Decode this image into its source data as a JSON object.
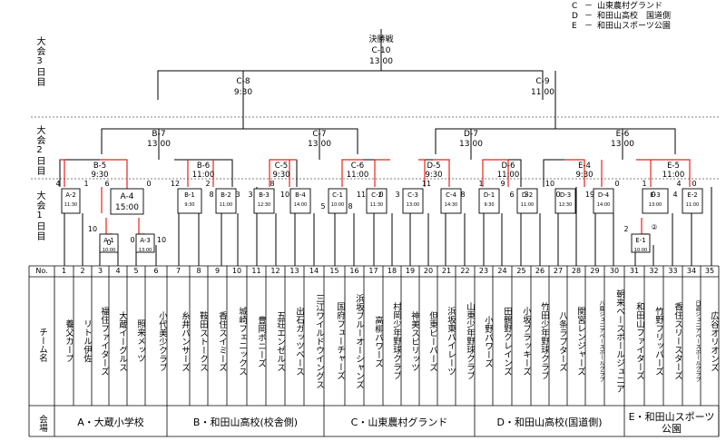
{
  "legend": [
    {
      "key": "C",
      "dash": "－",
      "name": "山東農村グランド"
    },
    {
      "key": "D",
      "dash": "－",
      "name": "和田山高校　国道側"
    },
    {
      "key": "E",
      "dash": "－",
      "name": "和田山スポーツ公園"
    }
  ],
  "day_labels": {
    "day3": "大会3日目",
    "day2": "大会2日目",
    "day1": "大会1日目"
  },
  "final": {
    "title": "決勝戦",
    "code": "C-10",
    "time": "13:00"
  },
  "semis": [
    {
      "code": "C-8",
      "time": "9:30"
    },
    {
      "code": "C-9",
      "time": "11:00"
    }
  ],
  "quarters": [
    {
      "code": "B-7",
      "time": "13:00"
    },
    {
      "code": "C-7",
      "time": "13:00"
    },
    {
      "code": "D-7",
      "time": "13:00"
    },
    {
      "code": "E-6",
      "time": "13:00"
    }
  ],
  "round2": [
    {
      "code": "B-5",
      "time": "9:30"
    },
    {
      "code": "B-6",
      "time": "11:00"
    },
    {
      "code": "C-5",
      "time": "9:30"
    },
    {
      "code": "C-6",
      "time": "11:00"
    },
    {
      "code": "D-5",
      "time": "9:30"
    },
    {
      "code": "D-6",
      "time": "11:00"
    },
    {
      "code": "E-4",
      "time": "9:30"
    },
    {
      "code": "E-5",
      "time": "11:00"
    }
  ],
  "round1": [
    {
      "code": "A-2",
      "time": "11:30"
    },
    {
      "code": "A-4",
      "time": "15:00"
    },
    {
      "code": "A-1",
      "time": "10:00"
    },
    {
      "code": "A-3",
      "time": "13:00"
    },
    {
      "code": "B-1",
      "time": "9:30"
    },
    {
      "code": "B-2",
      "time": "11:00"
    },
    {
      "code": "B-3",
      "time": "12:30"
    },
    {
      "code": "B-4",
      "time": "14:00"
    },
    {
      "code": "C-1",
      "time": "10:00"
    },
    {
      "code": "C-2",
      "time": "11:30"
    },
    {
      "code": "C-3",
      "time": "13:00"
    },
    {
      "code": "C-4",
      "time": "14:30"
    },
    {
      "code": "D-1",
      "time": "9:30"
    },
    {
      "code": "D-2",
      "time": "11:00"
    },
    {
      "code": "D-3",
      "time": "12:30"
    },
    {
      "code": "D-4",
      "time": "14:00"
    },
    {
      "code": "E-3",
      "time": "13:00"
    },
    {
      "code": "E-2",
      "time": "11:00"
    },
    {
      "code": "E-1",
      "time": "10:00"
    }
  ],
  "scores": [
    "4",
    "1",
    "6",
    "0",
    "10",
    "0",
    "0",
    "10",
    "12",
    "2",
    "8",
    "3",
    "3",
    "8",
    "10",
    "5",
    "8",
    "11",
    "0",
    "3",
    "11",
    "8",
    "1",
    "9",
    "6",
    "3",
    "10",
    "0",
    "19",
    "0",
    "2",
    "1",
    "0",
    "4",
    "4",
    "0",
    "②"
  ],
  "table": {
    "no_label": "No.",
    "team_label": "チーム名",
    "venue_label": "会場",
    "numbers": [
      "1",
      "2",
      "3",
      "4",
      "5",
      "6",
      "7",
      "8",
      "9",
      "10",
      "11",
      "12",
      "13",
      "14",
      "15",
      "16",
      "17",
      "18",
      "19",
      "20",
      "21",
      "22",
      "23",
      "24",
      "25",
      "26",
      "27",
      "28",
      "29",
      "30",
      "31",
      "32",
      "33",
      "34",
      "35"
    ],
    "teams": [
      "養父カープ",
      "リトル伊佐",
      "福住ファイターズ",
      "大蔵イーグルス",
      "照来メッツ",
      "小代美少クラブ",
      "糸井パンサーズ",
      "鞍田ストークス",
      "香住スイミーズ",
      "城崎フェニックス",
      "豊岡ボニーズ",
      "五荘エンゼルス",
      "出石ガッツベース",
      "三江ワイルドウイングス",
      "国府フューチャーズ",
      "浜坂ブルーオーシャンズ",
      "高柳パワーズ",
      "村岡少年野球クラブ",
      "神美スピリッツ",
      "但東ピーバーズ",
      "浜坂東パイレーツ",
      "山東少年野球クラブ",
      "小野パワーズ",
      "田鶴野クレインズ",
      "小坂ブラッキーズ",
      "竹田少年野球クラブ",
      "八条ラプターズ",
      "関宮レンジャーズ",
      "八鹿ジュニアベースボールクラブ",
      "朝来ベースボールジュニア",
      "和田山ファイターズ",
      "竹野フリッパーズ",
      "香住スリースターズ",
      "日高ジュニアベースボールクラブ",
      "広谷オリオンズ"
    ],
    "venues": [
      "A・大蔵小学校",
      "B・和田山高校(校舎側)",
      "C・山東農村グランド",
      "D・和田山高校(国道側)",
      "E・和田山スポーツ公園"
    ]
  }
}
